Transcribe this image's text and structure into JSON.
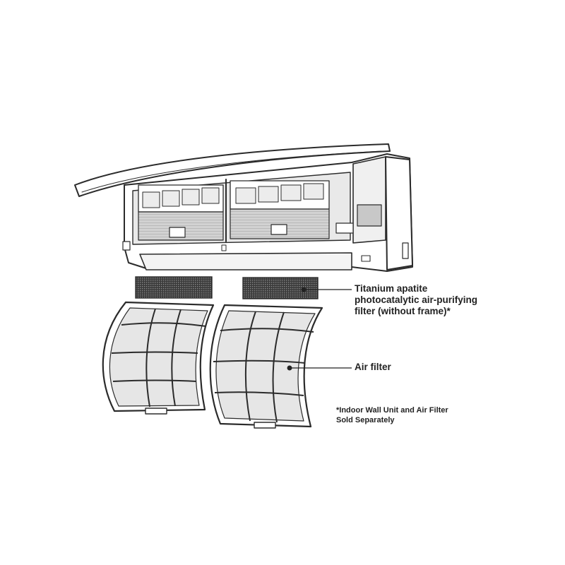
{
  "labels": {
    "titanium_filter": [
      "Titanium apatite",
      "photocatalytic air-purifying",
      "filter (without frame)*"
    ],
    "air_filter": "Air filter",
    "note": [
      "*Indoor Wall Unit and Air Filter",
      "Sold Separately"
    ]
  },
  "colors": {
    "line": "#2b2b2b",
    "panel_fill": "#ffffff",
    "interior": "#d6d6d6",
    "mesh": "#3a3a3a"
  }
}
